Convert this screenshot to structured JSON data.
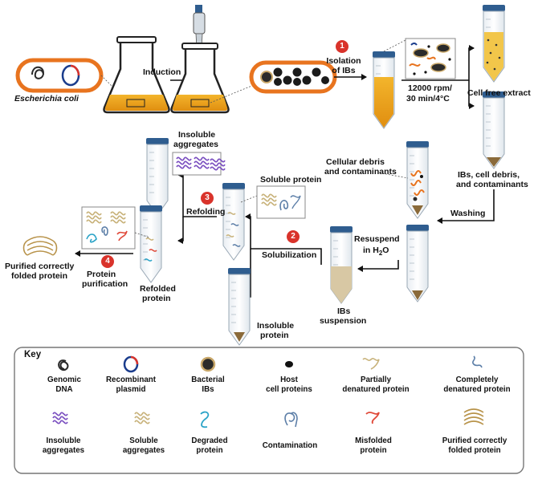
{
  "labels": {
    "ecoli": "Escherichia coli",
    "induction": "Induction",
    "isolation": "Isolation of IBs",
    "centrifuge_1": "12000 rpm/",
    "centrifuge_2": "30 min/4°C",
    "cell_free": "Cell free extract",
    "ibs_debris_1": "IBs, cell debris,",
    "ibs_debris_2": "and contaminants",
    "washing": "Washing",
    "cell_debris_1": "Cellular debris",
    "cell_debris_2": "and contaminants",
    "resuspend": "Resuspend",
    "in_water": "in H",
    "in_water_sub": "2",
    "in_water_end": "O",
    "ibs_susp_1": "IBs",
    "ibs_susp_2": "suspension",
    "solubilization": "Solubilization",
    "soluble_protein": "Soluble protein",
    "insoluble_protein_1": "Insoluble",
    "insoluble_protein_2": "protein",
    "refolding": "Refolding",
    "insoluble_agg_1": "Insoluble",
    "insoluble_agg_2": "aggregates",
    "refolded_1": "Refolded",
    "refolded_2": "protein",
    "purification_1": "Protein",
    "purification_2": "purification",
    "purified_1": "Purified correctly",
    "purified_2": "folded protein"
  },
  "steps": [
    "1",
    "2",
    "3",
    "4"
  ],
  "key": {
    "title": "Key",
    "items": [
      {
        "icon": "genomic-dna",
        "l1": "Genomic",
        "l2": "DNA"
      },
      {
        "icon": "recombinant-plasmid",
        "l1": "Recombinant",
        "l2": "plasmid"
      },
      {
        "icon": "bacterial-ibs",
        "l1": "Bacterial",
        "l2": "IBs"
      },
      {
        "icon": "host-cell-proteins",
        "l1": "Host",
        "l2": "cell proteins"
      },
      {
        "icon": "partially-denatured-protein",
        "l1": "Partially",
        "l2": "denatured protein"
      },
      {
        "icon": "completely-denatured-protein",
        "l1": "Completely",
        "l2": "denatured protein"
      },
      {
        "icon": "insoluble-aggregates",
        "l1": "Insoluble",
        "l2": "aggregates"
      },
      {
        "icon": "soluble-aggregates",
        "l1": "Soluble",
        "l2": "aggregates"
      },
      {
        "icon": "degraded-protein",
        "l1": "Degraded",
        "l2": "protein"
      },
      {
        "icon": "contamination",
        "l1": "Contamination",
        "l2": ""
      },
      {
        "icon": "misfolded-protein",
        "l1": "Misfolded",
        "l2": "protein"
      },
      {
        "icon": "purified-folded-protein",
        "l1": "Purified correctly",
        "l2": "folded protein"
      }
    ]
  },
  "colors": {
    "step_badge": "#d9332b",
    "ecoli_outline": "#e8741f",
    "culture": "#e8a21c",
    "tube_cap": "#2f5d8f",
    "insoluble_aggregate": "#7a4fc0",
    "soluble_aggregate": "#c8b27a",
    "degraded": "#2aa3c7",
    "misfolded": "#e04a3a",
    "contamination": "#5d7fa8"
  }
}
